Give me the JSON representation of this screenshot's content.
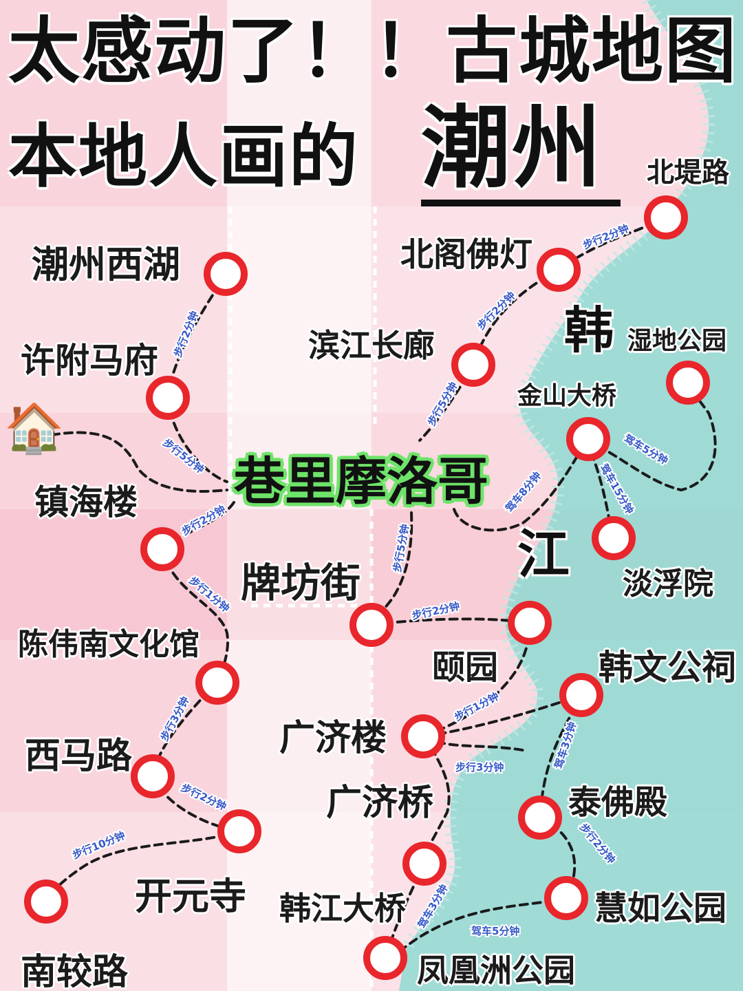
{
  "title": {
    "line1": "太感动了！！古城地图",
    "line2": "本地人画的",
    "line2_emphasis": "潮州"
  },
  "center_label": "巷里摩洛哥",
  "river_chars": [
    "韩",
    "江"
  ],
  "house_icon": "🏠",
  "places": [
    {
      "name": "北堤路"
    },
    {
      "name": "北阁佛灯"
    },
    {
      "name": "湿地公园"
    },
    {
      "name": "滨江长廊"
    },
    {
      "name": "金山大桥"
    },
    {
      "name": "潮州西湖"
    },
    {
      "name": "许附马府"
    },
    {
      "name": "镇海楼"
    },
    {
      "name": "牌坊街"
    },
    {
      "name": "淡浮院"
    },
    {
      "name": "陈伟南文化馆"
    },
    {
      "name": "颐园"
    },
    {
      "name": "韩文公祠"
    },
    {
      "name": "广济楼"
    },
    {
      "name": "西马路"
    },
    {
      "name": "广济桥"
    },
    {
      "name": "泰佛殿"
    },
    {
      "name": "开元寺"
    },
    {
      "name": "韩江大桥"
    },
    {
      "name": "慧如公园"
    },
    {
      "name": "南较路"
    },
    {
      "name": "凤凰洲公园"
    }
  ],
  "route_labels": [
    {
      "text": "步行2分钟"
    },
    {
      "text": "步行2分钟"
    },
    {
      "text": "步行5分钟"
    },
    {
      "text": "步行2分钟"
    },
    {
      "text": "步行5分钟"
    },
    {
      "text": "步行2分钟"
    },
    {
      "text": "步行1分钟"
    },
    {
      "text": "驾车8分钟"
    },
    {
      "text": "驾车5分钟"
    },
    {
      "text": "驾车15分钟"
    },
    {
      "text": "步行5分钟"
    },
    {
      "text": "步行2分钟"
    },
    {
      "text": "步行3分钟"
    },
    {
      "text": "步行1分钟"
    },
    {
      "text": "步行3分钟"
    },
    {
      "text": "驾车3分钟"
    },
    {
      "text": "步行2分钟"
    },
    {
      "text": "步行10分钟"
    },
    {
      "text": "步行2分钟"
    },
    {
      "text": "驾车3分钟"
    },
    {
      "text": "驾车5分钟"
    }
  ],
  "colors": {
    "marker_red": "#e8262b",
    "river_teal": "#8fd9d2",
    "route_blue": "#3557c7",
    "center_green": "#6fe36a",
    "background_pink": "#fbe6ea"
  }
}
